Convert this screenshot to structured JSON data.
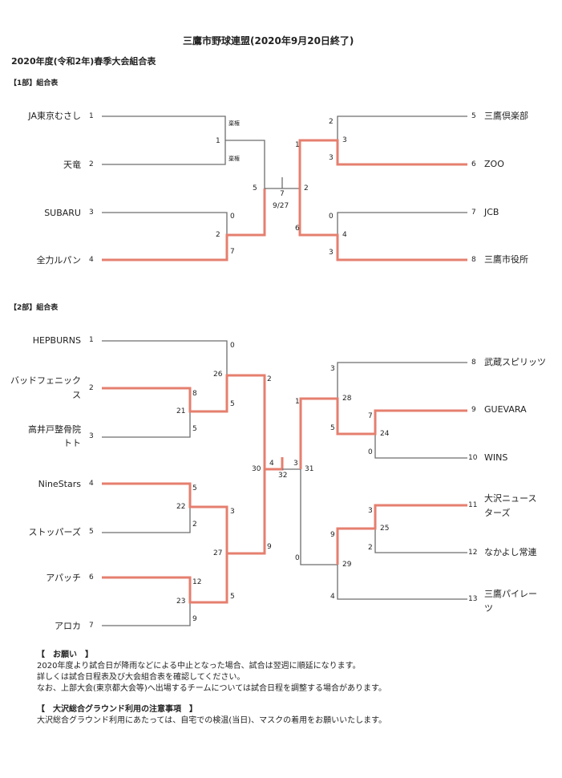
{
  "title": "三鷹市野球連盟(2020年9月20日終了)",
  "subtitle": "2020年度(令和2年)春季大会組合表",
  "division1": {
    "header": "【1部】組合表",
    "teams_left": [
      {
        "name": "JA東京むさし",
        "seed": "1"
      },
      {
        "name": "天竜",
        "seed": "2"
      },
      {
        "name": "SUBARU",
        "seed": "3"
      },
      {
        "name": "全力ルパン",
        "seed": "4"
      }
    ],
    "teams_right": [
      {
        "name": "三鷹倶楽部",
        "seed": "5"
      },
      {
        "name": "ZOO",
        "seed": "6"
      },
      {
        "name": "JCB",
        "seed": "7"
      },
      {
        "name": "三鷹市役所",
        "seed": "8"
      }
    ],
    "forfeit_1": "棄権",
    "forfeit_2": "棄権",
    "m1": "1",
    "m2": "2",
    "m3": "3",
    "m4": "4",
    "final_no": "7",
    "final_date": "9/27",
    "s_sub_a": "0",
    "s_sub_b": "7",
    "s_l1": "5",
    "s_l2": "6",
    "s_r1a": "2",
    "s_r1b": "3",
    "s_r2a": "0",
    "s_r2b": "3",
    "s_r3a": "1",
    "s_r3b": "6"
  },
  "division2": {
    "header": "【2部】組合表",
    "teams_left": [
      {
        "name": "HEPBURNS",
        "seed": "1"
      },
      {
        "name": "バッドフェニック",
        "name2": "ス",
        "seed": "2"
      },
      {
        "name": "高井戸整骨院",
        "name2": "トト",
        "seed": "3"
      },
      {
        "name": "NineStars",
        "seed": "4"
      },
      {
        "name": "ストッパーズ",
        "seed": "5"
      },
      {
        "name": "アパッチ",
        "seed": "6"
      },
      {
        "name": "アロカ",
        "seed": "7"
      }
    ],
    "teams_right": [
      {
        "name": "武蔵スピリッツ",
        "seed": "8"
      },
      {
        "name": "GUEVARA",
        "seed": "9"
      },
      {
        "name": "WINS",
        "seed": "10"
      },
      {
        "name": "大沢ニュース",
        "name2": "ターズ",
        "seed": "11"
      },
      {
        "name": "なかよし常連",
        "seed": "12"
      },
      {
        "name": "三鷹パイレー",
        "name2": "ツ",
        "seed": "13"
      }
    ],
    "m21": "21",
    "m22": "22",
    "m23": "23",
    "m24": "24",
    "m25": "25",
    "m26": "26",
    "m27": "27",
    "m28": "28",
    "m29": "29",
    "m30": "30",
    "m31": "31",
    "m32": "32",
    "s21a": "8",
    "s21b": "5",
    "s26a": "0",
    "s26b": "5",
    "s22a": "5",
    "s22b": "2",
    "s23a": "12",
    "s23b": "9",
    "s27a": "3",
    "s27b": "5",
    "s30a": "2",
    "s30b": "9",
    "sfl": "4",
    "sfr": "3",
    "s24a": "7",
    "s24b": "0",
    "s28a": "3",
    "s28b": "5",
    "s25a": "3",
    "s25b": "2",
    "s29a": "9",
    "s29b": "4",
    "s31a": "1",
    "s31b": "0"
  },
  "notes": {
    "request_header": "【　お願い　】",
    "request_lines": [
      "2020年度より試合日が降雨などによる中止となった場合、試合は翌週に順延になります。",
      "詳しくは試合日程表及び大会組合表を確認してください。",
      "なお、上部大会(東京都大会等)へ出場するチームについては試合日程を調整する場合があります。"
    ],
    "ground_header": "【　大沢総合グラウンド利用の注意事項　】",
    "ground_lines": [
      "大沢総合グラウンド利用にあたっては、自宅での検温(当日)、マスクの着用をお願いいたします。"
    ]
  },
  "colors": {
    "winner_line": "#e57f6f",
    "bracket_line": "#6e6e6e"
  }
}
